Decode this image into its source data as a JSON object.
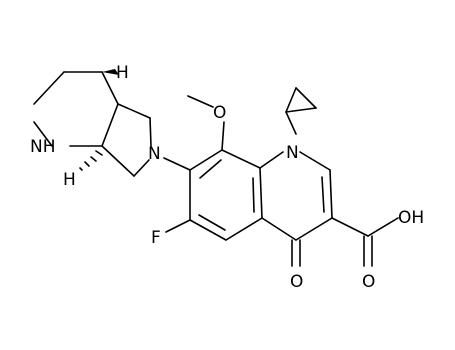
{
  "diagram": {
    "type": "chemical-structure",
    "colors": {
      "bond": "#000000",
      "text": "#000000",
      "background": "#ffffff"
    },
    "atoms": {
      "h_top": "H",
      "h_bottom": "H",
      "nh": "NH",
      "n_pyrrolidine": "N",
      "n_quinoline": "N",
      "o_methoxy": "O",
      "fluorine": "F",
      "o_ketone": "O",
      "oh": "OH",
      "o_carbonyl": "O"
    }
  }
}
